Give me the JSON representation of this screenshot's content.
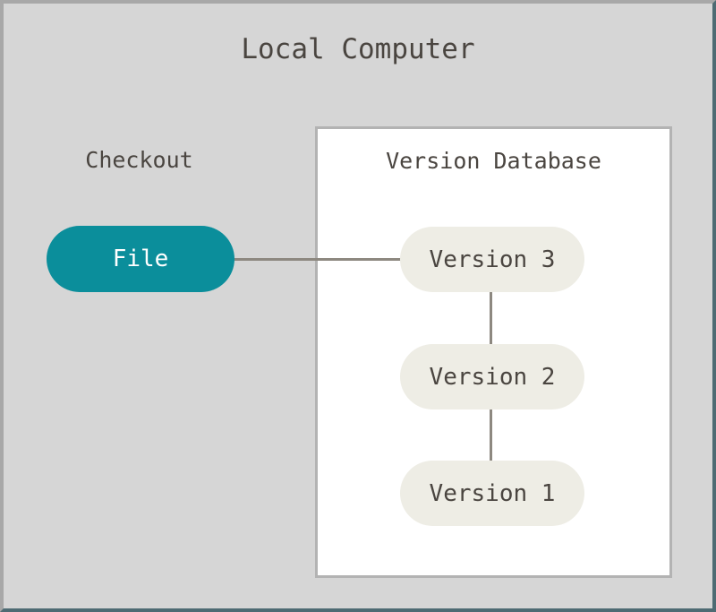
{
  "diagram": {
    "title": "Local Computer",
    "background_color": "#d6d6d6",
    "border_color_light": "#a8a8a8",
    "border_color_dark": "#4e6b73",
    "text_color": "#4a4540",
    "connector_color": "#8d8880"
  },
  "checkout": {
    "label": "Checkout",
    "node": {
      "label": "File",
      "fill_color": "#0b8e9b",
      "text_color": "#ffffff"
    }
  },
  "version_database": {
    "title": "Version Database",
    "fill_color": "#ffffff",
    "border_color": "#b3b3b3",
    "node_fill_color": "#eeede5",
    "node_text_color": "#4a4540",
    "versions": [
      {
        "label": "Version 3"
      },
      {
        "label": "Version 2"
      },
      {
        "label": "Version 1"
      }
    ]
  },
  "connectors": [
    {
      "name": "file-to-version-3",
      "orientation": "horizontal"
    },
    {
      "name": "version-3-to-version-2",
      "orientation": "vertical"
    },
    {
      "name": "version-2-to-version-1",
      "orientation": "vertical"
    }
  ]
}
